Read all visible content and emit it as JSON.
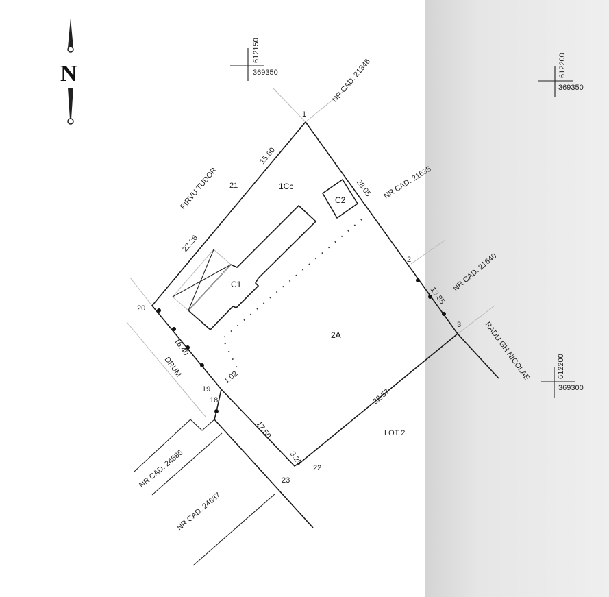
{
  "north": {
    "label": "N"
  },
  "coordinates": [
    {
      "north": "612150",
      "east": "369350"
    },
    {
      "north": "612200",
      "east": "369350"
    },
    {
      "north": "612200",
      "east": "369300"
    }
  ],
  "neighbors": {
    "top": "NR CAD. 21346",
    "right_upper": "NR CAD. 21635",
    "right_middle": "NR CAD. 21640",
    "right_owner": "RADU GH NICOLAE",
    "left_owner": "PIRVU TUDOR",
    "road": "DRUM",
    "bottom_1": "NR CAD. 24686",
    "bottom_2": "NR CAD. 24687",
    "lot": "LOT 2"
  },
  "parcels": {
    "yard": "1Cc",
    "main": "2A"
  },
  "buildings": {
    "c1": "C1",
    "c2": "C2"
  },
  "points": {
    "p1": "1",
    "p2": "2",
    "p3": "3",
    "p18": "18",
    "p19": "19",
    "p20": "20",
    "p21": "21",
    "p22": "22",
    "p23": "23"
  },
  "dimensions": {
    "d1": "15.60",
    "d2": "22.26",
    "d3": "28.05",
    "d4": "13.85",
    "d5": "32.57",
    "d6": "16.40",
    "d7": "1.02",
    "d8": "17.50",
    "d9": "3.25"
  }
}
